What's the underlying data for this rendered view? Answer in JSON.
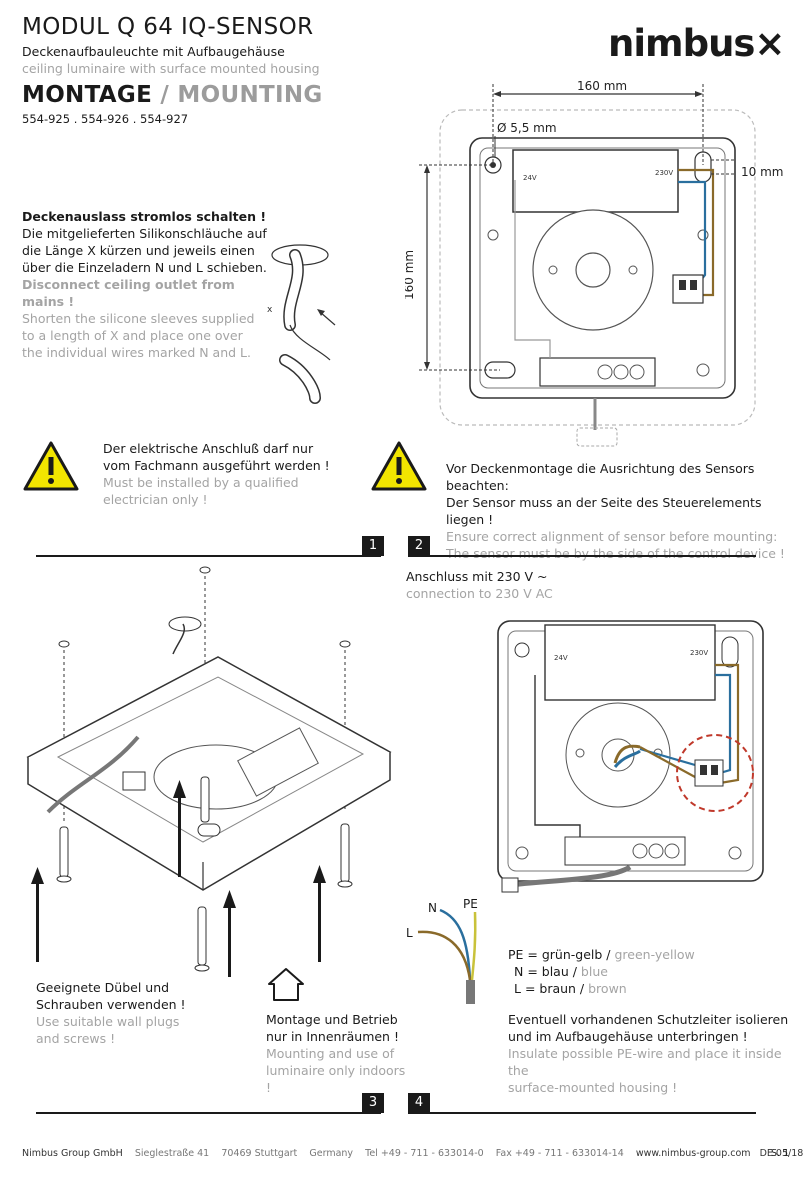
{
  "header": {
    "title": "MODUL Q 64 IQ-SENSOR",
    "subtitle_de": "Deckenaufbauleuchte mit Aufbaugehäuse",
    "subtitle_en": "ceiling luminaire with surface mounted housing",
    "heading_de": "MONTAGE",
    "heading_sep": " / ",
    "heading_en": "MOUNTING",
    "codes": "554-925 . 554-926 . 554-927",
    "logo": "nimbus×"
  },
  "diagram_top": {
    "dim_width": "160 mm",
    "dim_hole": "Ø 5,5 mm",
    "dim_height": "160 mm",
    "dim_slot": "10 mm"
  },
  "step_wires": {
    "line1_de": "Deckenauslass stromlos schalten !",
    "line2_de": "Die mitgelieferten Silikonschläuche auf",
    "line3_de": "die Länge X kürzen und jeweils einen",
    "line4_de": "über die Einzeladern N und L schieben.",
    "line1_en": "Disconnect ceiling outlet from mains !",
    "line2_en": "Shorten the silicone sleeves supplied",
    "line3_en": "to a length of X and place one over",
    "line4_en": "the individual wires marked N and L."
  },
  "warning_left": {
    "line1_de": "Der elektrische Anschluß darf nur",
    "line2_de": "vom Fachmann ausgeführt werden !",
    "line1_en": "Must be installed by a qualified",
    "line2_en": "electrician only !"
  },
  "warning_right": {
    "line1_de": "Vor Deckenmontage die Ausrichtung des Sensors beachten:",
    "line2_de": "Der Sensor muss an der Seite des Steuerelements liegen !",
    "line1_en": "Ensure correct alignment of sensor before mounting:",
    "line2_en": "The sensor must be by the side of the control device !"
  },
  "sections": {
    "s1": "1",
    "s2": "2",
    "s3": "3",
    "s4": "4"
  },
  "connection": {
    "title_de": "Anschluss mit 230 V ~",
    "title_en": "connection to 230 V AC",
    "label_n": "N",
    "label_pe": "PE",
    "label_l": "L",
    "pe_key": "PE = grün-gelb / ",
    "pe_val": "green-yellow",
    "n_key": "N = blau / ",
    "n_val": "blue",
    "l_key": "L = braun / ",
    "l_val": "brown"
  },
  "step3": {
    "line1_de": "Geeignete Dübel und",
    "line2_de": "Schrauben verwenden !",
    "line1_en": "Use suitable wall plugs",
    "line2_en": "and screws !"
  },
  "step_indoor": {
    "line1_de": "Montage und Betrieb",
    "line2_de": "nur in Innenräumen !",
    "line1_en": "Mounting and use of",
    "line2_en": "luminaire only indoors !"
  },
  "step4": {
    "line1_de": "Eventuell vorhandenen Schutzleiter isolieren",
    "line2_de": "und im Aufbaugehäuse unterbringen !",
    "line1_en": "Insulate possible PE-wire and place it inside the",
    "line2_en": "surface-mounted housing !"
  },
  "footer": {
    "company": "Nimbus Group GmbH",
    "street": "Sieglestraße 41",
    "city": "70469 Stuttgart",
    "country": "Germany",
    "tel": "Tel +49 - 711 - 633014-0",
    "fax": "Fax +49 - 711 - 633014-14",
    "web": "www.nimbus-group.com",
    "doc": "DE 05/18",
    "page": "S. 1"
  },
  "colors": {
    "text": "#1a1a1a",
    "grey": "#a4a4a4",
    "blue": "#2a6f9e",
    "brown": "#8a6a2a",
    "pe": "#c9c23a",
    "red": "#c0392b",
    "warning": "#f2e500"
  }
}
